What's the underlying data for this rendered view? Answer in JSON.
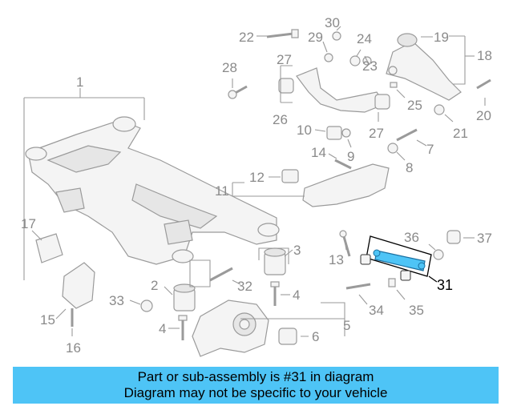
{
  "colors": {
    "highlight": "#4ec4f6",
    "banner": "#4ec4f6",
    "line": "#9a9a9a",
    "label": "#8a8a8a"
  },
  "labels": {
    "n1": "1",
    "n2": "2",
    "n3": "3",
    "n4a": "4",
    "n4b": "4",
    "n5": "5",
    "n6": "6",
    "n7": "7",
    "n8": "8",
    "n9": "9",
    "n10": "10",
    "n11": "11",
    "n12": "12",
    "n13": "13",
    "n14": "14",
    "n15": "15",
    "n16": "16",
    "n17": "17",
    "n18": "18",
    "n19": "19",
    "n20": "20",
    "n21": "21",
    "n22": "22",
    "n23": "23",
    "n24": "24",
    "n25": "25",
    "n26": "26",
    "n27a": "27",
    "n27b": "27",
    "n28": "28",
    "n29": "29",
    "n30": "30",
    "n31": "31",
    "n32": "32",
    "n33": "33",
    "n34": "34",
    "n35": "35",
    "n36": "36",
    "n37": "37"
  },
  "banner": {
    "line1": "Part or sub-assembly is #31 in diagram",
    "line2": "Diagram may not be specific to your vehicle"
  }
}
